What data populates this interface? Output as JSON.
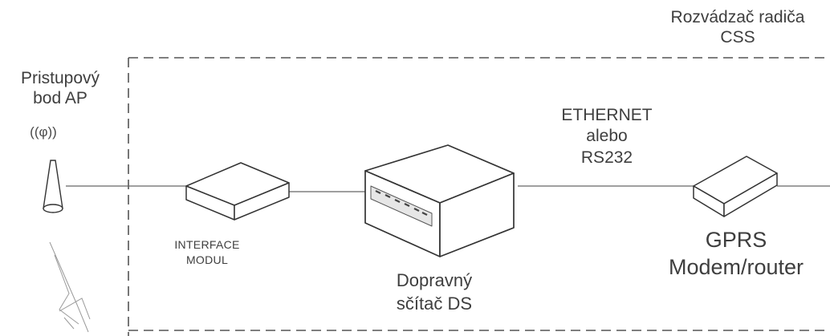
{
  "cabinet": {
    "line1": "Rozvádzač radiča",
    "line2": "CSS"
  },
  "access_point": {
    "line1": "Pristupový",
    "line2": "bod AP",
    "wifi_symbol": "((φ))",
    "icon": "antenna-icon"
  },
  "link": {
    "line1": "ETHERNET",
    "line2": "alebo",
    "line3": "RS232"
  },
  "interface_module": {
    "line1": "INTERFACE",
    "line2": "MODUL",
    "icon": "interface-module-box-icon"
  },
  "traffic_counter": {
    "line1": "Dopravný",
    "line2": "sčítač DS",
    "icon": "traffic-counter-box-icon"
  },
  "gprs": {
    "line1": "GPRS",
    "line2": "Modem/router",
    "icon": "modem-box-icon"
  },
  "colors": {
    "line": "#555555",
    "box_fill": "#ffffff",
    "box_stroke": "#333333",
    "dashed": "#444444"
  }
}
